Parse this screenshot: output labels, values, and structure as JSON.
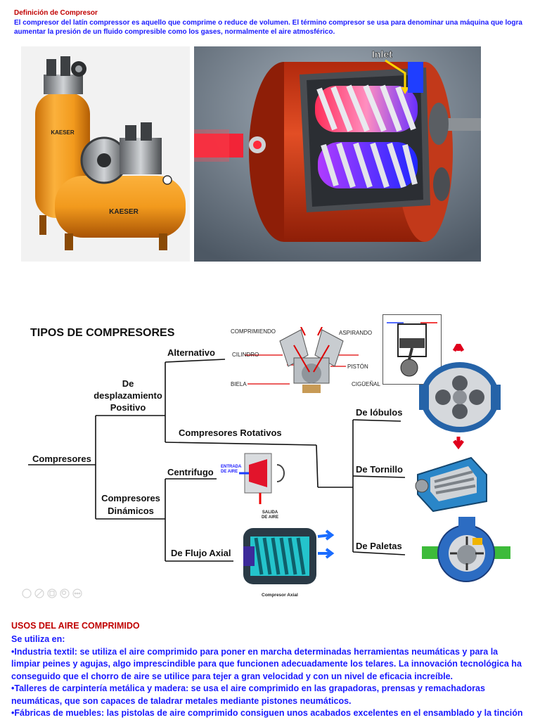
{
  "definition": {
    "title": "Definición de Compresor",
    "line1": "El compresor del latín compressor es aquello que comprime o reduce de volumen. El término compresor se usa para denominar una máquina que logra",
    "line2": "aumentar la presión de un fluido compresible como los gases, normalmente el aire atmosférico."
  },
  "photos": {
    "brand_top": "KAESER",
    "brand_tank": "KAESER",
    "screw_label": "Inlet"
  },
  "diagram": {
    "title": "TIPOS DE COMPRESORES",
    "root": "Compresores",
    "positive_line1": "De",
    "positive_line2": "desplazamiento",
    "positive_line3": "Positivo",
    "dynamic_line1": "Compresores",
    "dynamic_line2": "Dinámicos",
    "alternativo": "Alternativo",
    "rotativos": "Compresores Rotativos",
    "centrifugo": "Centrifugo",
    "axial": "De Flujo Axial",
    "lobulos": "De lóbulos",
    "tornillo": "De Tornillo",
    "paletas": "De Paletas",
    "piston_labels": {
      "comprimiendo": "COMPRIMIENDO",
      "aspirando": "ASPIRANDO",
      "cilindro": "CILINDRO",
      "piston": "PISTÓN",
      "biela": "BIELA",
      "ciguenal": "CIGÜEÑAL"
    },
    "centrifugal_labels": {
      "entrada_1": "ENTRADA",
      "entrada_2": "DE AIRE",
      "salida_1": "SALIDA",
      "salida_2": "DE AIRE"
    },
    "axial_caption": "Compresor Axial",
    "line_color": "#111111"
  },
  "usos": {
    "title": "USOS DEL AIRE COMPRIMIDO",
    "lines": [
      "Se utiliza en:",
      "•Industria textil: se utiliza el aire comprimido para poner en marcha determinadas herramientas neumáticas y para la",
      "limpiar peines y agujas, algo imprescindible para que funcionen adecuadamente los telares. La innovación tecnológica ha",
      "conseguido que el chorro de aire se utilice para tejer a gran velocidad y con un nivel de eficacia increíble.",
      "•Talleres de carpintería metálica y madera: se usa el aire comprimido en las grapadoras, prensas y remachadoras",
      "neumáticas, que son capaces de taladrar metales mediante pistones neumáticos.",
      "•Fábricas de muebles: las pistolas de aire comprimido consiguen unos acabados excelentes en el ensamblado y la tinción"
    ]
  },
  "colors": {
    "red_heading": "#c00000",
    "blue_text": "#1a1aff",
    "kaeser_orange": "#f29a1d",
    "compressor_red": "#d8401a"
  }
}
